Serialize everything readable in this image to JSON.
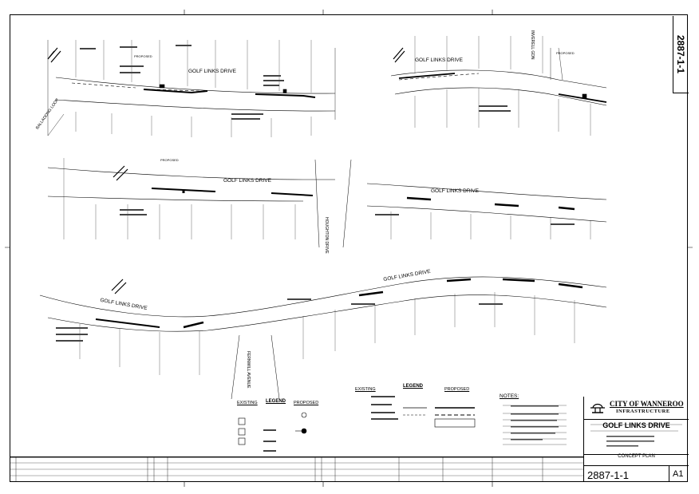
{
  "sheet": {
    "drawing_number": "2887-1-1",
    "sheet_size": "A1"
  },
  "title_block": {
    "org_name": "CITY OF WANNEROO",
    "org_dept": "INFRASTRUCTURE",
    "project_title": "GOLF LINKS DRIVE",
    "drawing_subtitle": "CONCEPT PLAN"
  },
  "plan": {
    "street_labels": {
      "golf_links_drive": "GOLF LINKS DRIVE",
      "balladong_loop": "BALLADONG LOOP",
      "houghton_drive": "HOUGHTON DRIVE",
      "fernwill_avenue": "FERNWILL AVENUE",
      "inverell_gdn": "INVERELL GDN"
    },
    "proposed_label": "PROPOSED"
  },
  "legend_left": {
    "existing": "EXISTING",
    "legend": "LEGEND",
    "proposed": "PROPOSED"
  },
  "legend_right": {
    "existing": "EXISTING",
    "legend": "LEGEND",
    "proposed": "PROPOSED"
  },
  "notes": {
    "heading": "NOTES:"
  },
  "colors": {
    "ink": "#000000",
    "paper": "#ffffff"
  }
}
